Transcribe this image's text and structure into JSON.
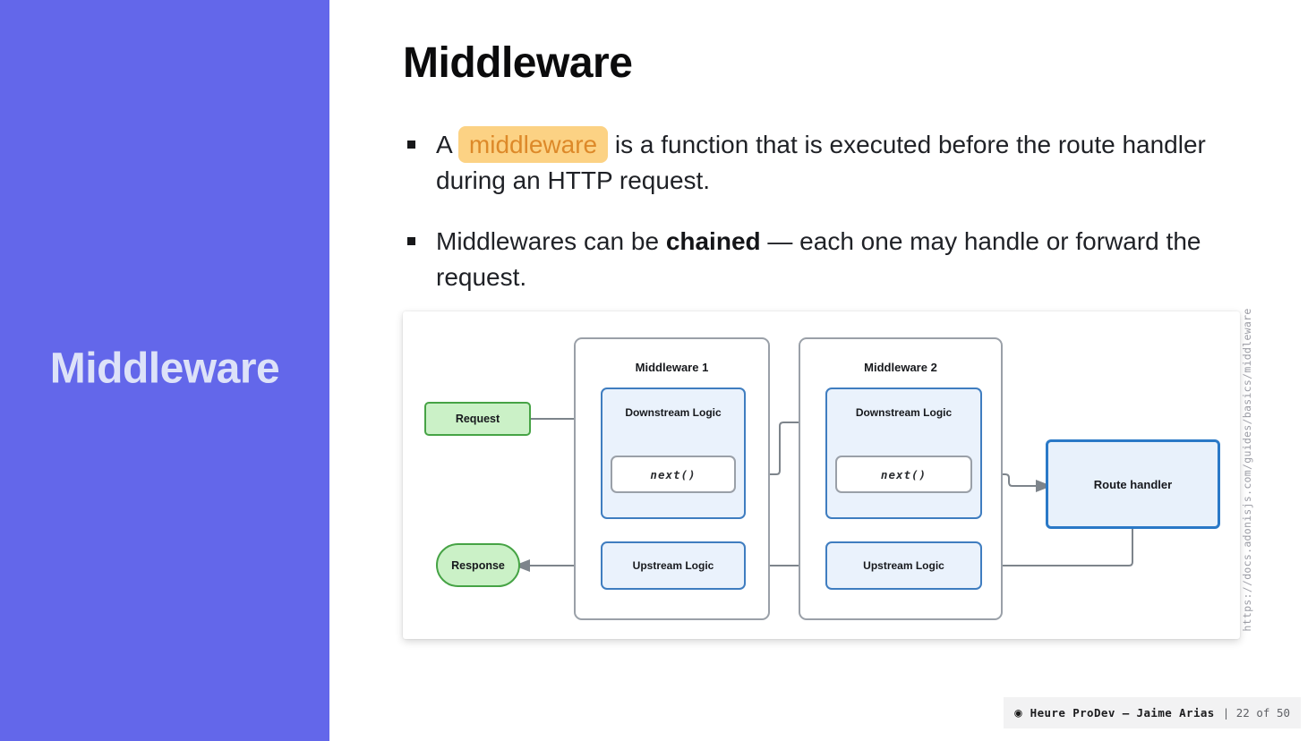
{
  "sidebar": {
    "title": "Middleware"
  },
  "main": {
    "title": "Middleware",
    "bullets": [
      {
        "pre": "A ",
        "highlight": "middleware",
        "post": " is a function that is executed before the route handler during an HTTP request."
      },
      {
        "pre": "Middlewares can be ",
        "bold": "chained",
        "post": " — each one may handle or forward the request."
      }
    ]
  },
  "diagram": {
    "request_label": "Request",
    "response_label": "Response",
    "middleware1_label": "Middleware 1",
    "middleware2_label": "Middleware 2",
    "downstream1_label": "Downstream Logic",
    "downstream2_label": "Downstream Logic",
    "next1_label": "next()",
    "next2_label": "next()",
    "upstream1_label": "Upstream Logic",
    "upstream2_label": "Upstream Logic",
    "route_handler_label": "Route handler"
  },
  "source_url": "https://docs.adonisjs.com/guides/basics/middleware",
  "footer": {
    "icon": "◉",
    "presenter": "Heure ProDev — Jaime Arias",
    "page_info": "| 22 of 50"
  },
  "colors": {
    "sidebar_purple": "#6367ea",
    "sidebar_text": "#dde2f8",
    "highlight_bg": "#fcd284",
    "highlight_text": "#dd8929",
    "green_fill": "#cbf1c7",
    "green_border": "#46a345",
    "blue_fill": "#eaf2fc",
    "blue_border": "#3f7dc0",
    "route_border": "#2a79c7",
    "container_border": "#9aa0a8",
    "arrow_gray": "#7d848b",
    "footer_bg": "#f2f2f3",
    "url_text": "#9b9ca4"
  }
}
